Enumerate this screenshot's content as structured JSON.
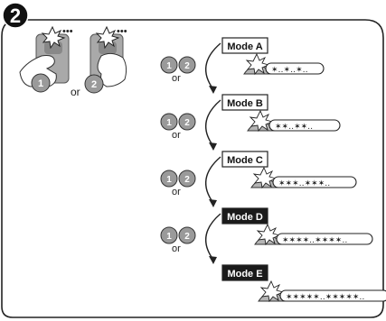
{
  "step_number": "2",
  "remotes": [
    {
      "button_number": "1"
    },
    {
      "button_number": "2"
    }
  ],
  "or_text": "or",
  "buttons": [
    "1",
    "2"
  ],
  "modes": [
    {
      "label": "Mode A",
      "inverted": false,
      "flashes": "✶‥✶‥✶‥"
    },
    {
      "label": "Mode B",
      "inverted": false,
      "flashes": "✶✶‥✶✶‥"
    },
    {
      "label": "Mode C",
      "inverted": false,
      "flashes": "✶✶✶‥✶✶✶‥"
    },
    {
      "label": "Mode D",
      "inverted": true,
      "flashes": "✶✶✶✶‥✶✶✶✶‥"
    },
    {
      "label": "Mode E",
      "inverted": true,
      "flashes": "✶✶✶✶✶‥✶✶✶✶✶‥"
    }
  ],
  "colors": {
    "outline": "#222222",
    "remote_body": "#a9a9a9",
    "button_fill": "#9a9a9a",
    "lamp_fill": "#b5b5b5",
    "inverted_label_bg": "#1a1a1a"
  }
}
